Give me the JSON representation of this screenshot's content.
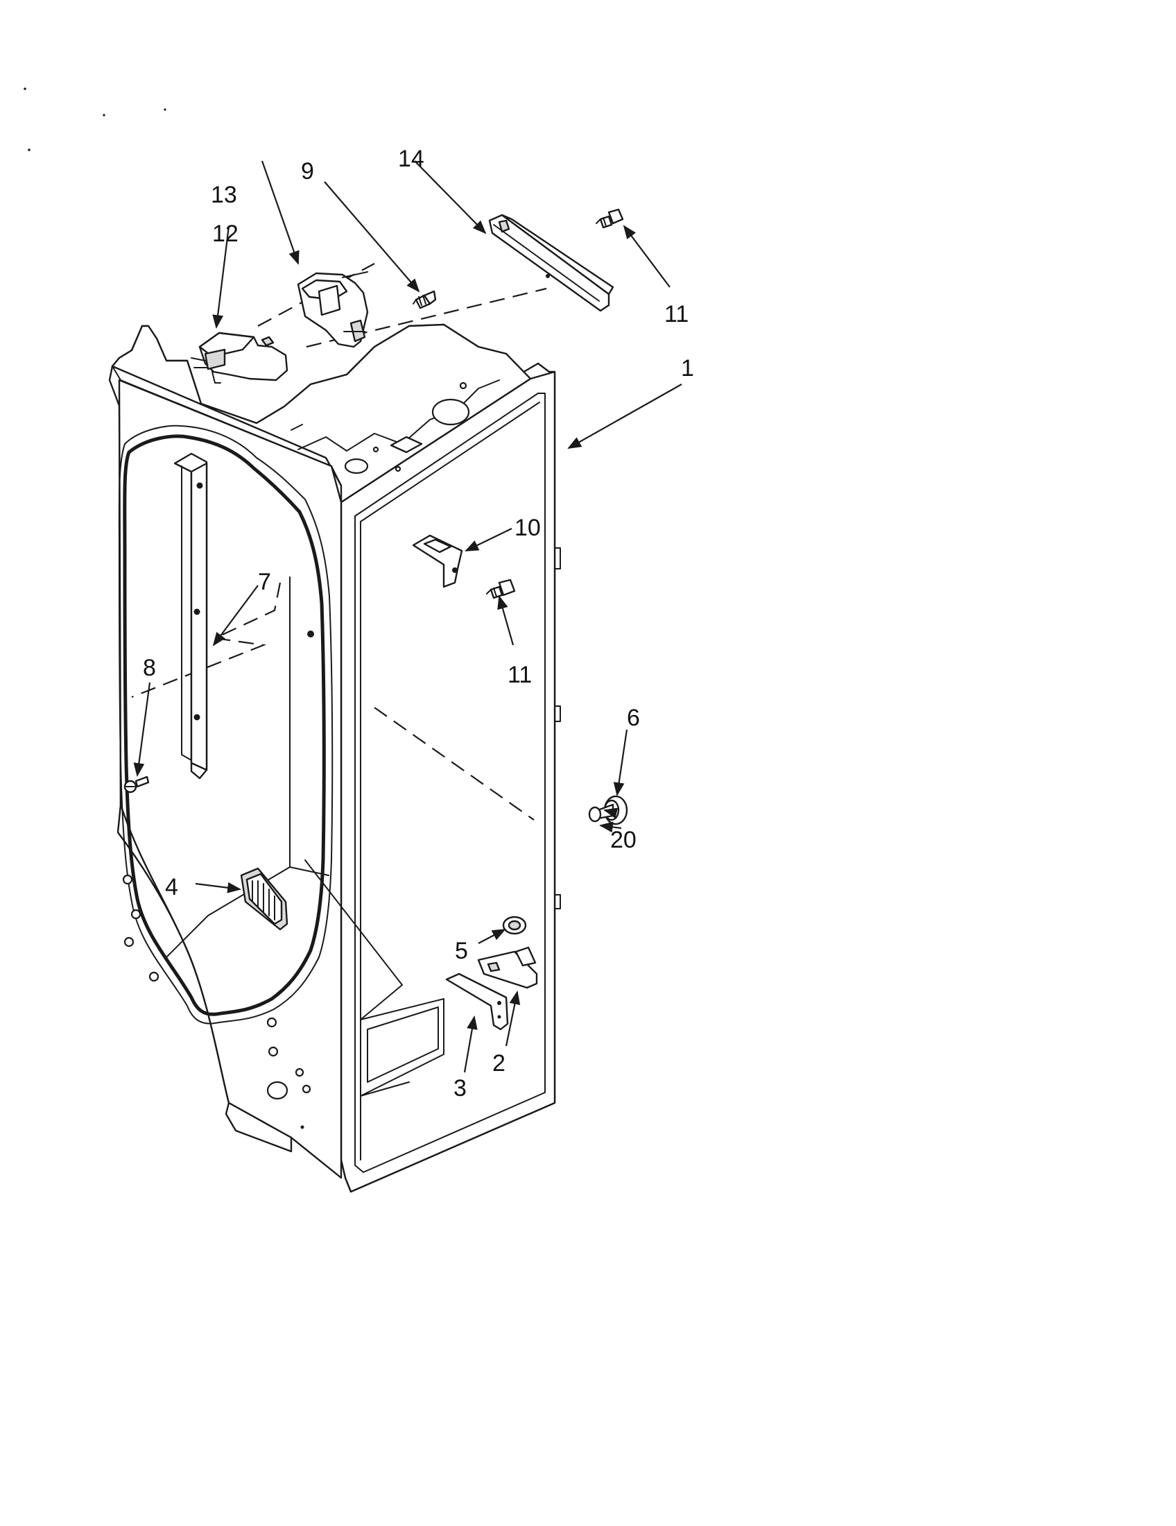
{
  "callouts": {
    "c1": "1",
    "c2": "2",
    "c3": "3",
    "c4": "4",
    "c5": "5",
    "c6": "6",
    "c7": "7",
    "c8": "8",
    "c9": "9",
    "c10": "10",
    "c11_top": "11",
    "c11_mid": "11",
    "c12": "12",
    "c13": "13",
    "c14": "14",
    "c20": "20"
  },
  "colors": {
    "line": "#1a1a1a",
    "background": "#ffffff"
  }
}
